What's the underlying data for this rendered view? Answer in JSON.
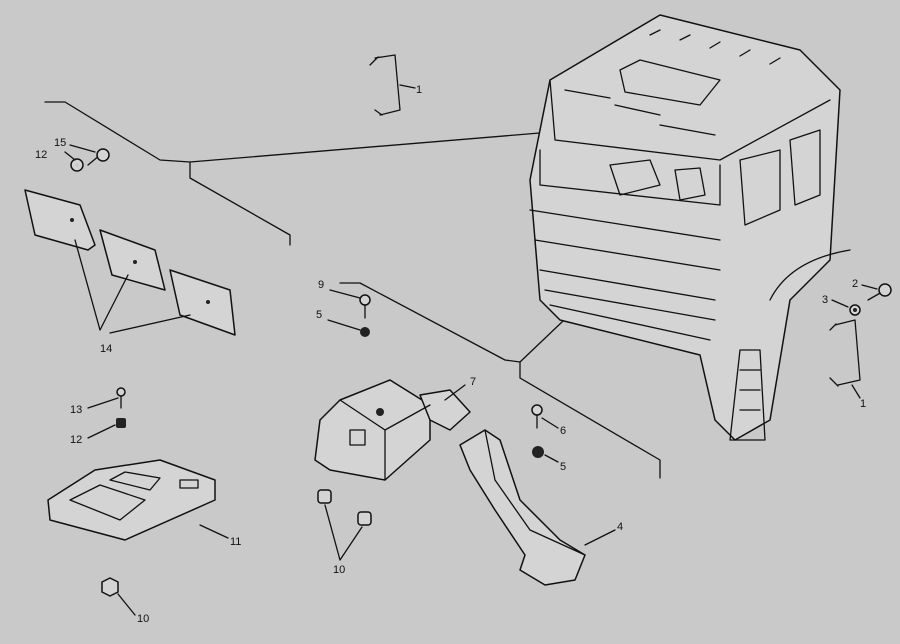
{
  "diagram": {
    "callouts": {
      "bracket_top": "1",
      "bolt_15": "15",
      "washer_12_top": "12",
      "plates_14": "14",
      "screw_9": "9",
      "nut_5_left": "5",
      "bracket_7": "7",
      "screw_13": "13",
      "nut_12_bottom": "12",
      "screw_6": "6",
      "nut_5_right": "5",
      "duct_4": "4",
      "tray_11": "11",
      "bushings_10_center": "10",
      "nut_10_bottom": "10",
      "bolt_2": "2",
      "washer_3": "3",
      "bracket_right": "1"
    }
  }
}
